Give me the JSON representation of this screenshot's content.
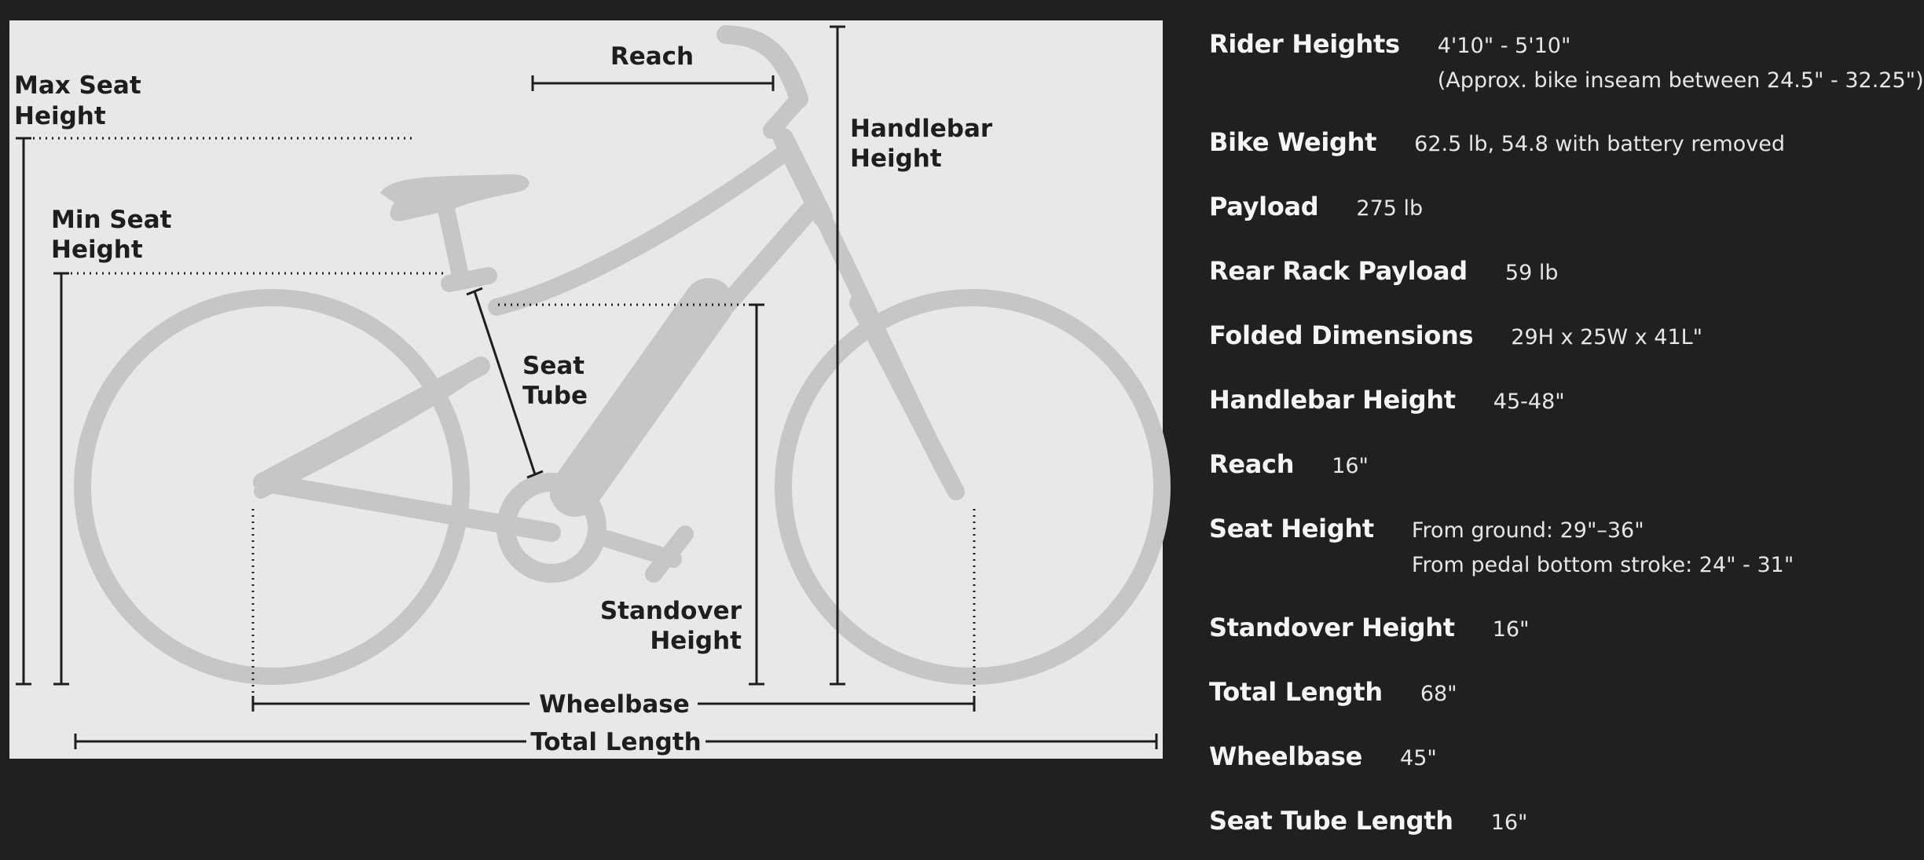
{
  "diagram": {
    "labels": {
      "reach": "Reach",
      "max_seat_height_1": "Max Seat",
      "max_seat_height_2": "Height",
      "handlebar_height_1": "Handlebar",
      "handlebar_height_2": "Height",
      "min_seat_height_1": "Min Seat",
      "min_seat_height_2": "Height",
      "seat_tube_1": "Seat",
      "seat_tube_2": "Tube",
      "standover_height_1": "Standover",
      "standover_height_2": "Height",
      "wheelbase": "Wheelbase",
      "total_length": "Total Length"
    },
    "colors": {
      "background": "#e8e8e8",
      "bike_silhouette": "#c6c6c6",
      "dimension_lines": "#1e1e1e"
    }
  },
  "specs": [
    {
      "label": "Rider Heights",
      "values": [
        "4'10\" - 5'10\"",
        "(Approx. bike inseam between 24.5\" - 32.25\")"
      ]
    },
    {
      "label": "Bike Weight",
      "values": [
        "62.5 lb, 54.8 with battery removed"
      ]
    },
    {
      "label": "Payload",
      "values": [
        "275 lb"
      ]
    },
    {
      "label": "Rear Rack Payload",
      "values": [
        "59 lb"
      ]
    },
    {
      "label": "Folded Dimensions",
      "values": [
        "29H x 25W x 41L\""
      ]
    },
    {
      "label": "Handlebar Height",
      "values": [
        "45-48\""
      ]
    },
    {
      "label": "Reach",
      "values": [
        "16\""
      ]
    },
    {
      "label": "Seat Height",
      "values": [
        "From ground: 29\"–36\"",
        "From pedal bottom stroke: 24\" - 31\""
      ]
    },
    {
      "label": "Standover Height",
      "values": [
        "16\""
      ]
    },
    {
      "label": "Total Length",
      "values": [
        "68\""
      ]
    },
    {
      "label": "Wheelbase",
      "values": [
        "45\""
      ]
    },
    {
      "label": "Seat Tube Length",
      "values": [
        "16\""
      ]
    }
  ]
}
